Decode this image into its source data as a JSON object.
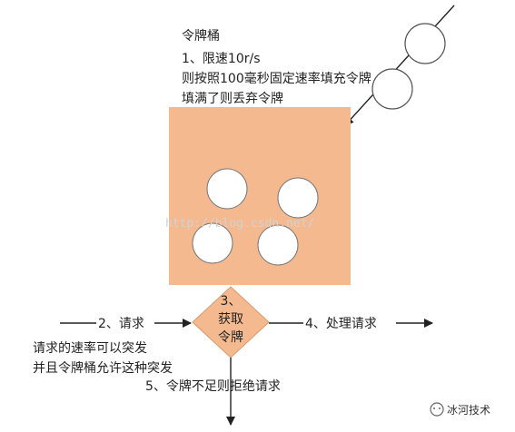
{
  "title": "令牌桶",
  "rule": {
    "line1": "1、限速10r/s",
    "line2": "则按照100毫秒固定速率填充令牌",
    "line3": "填满了则丢弃令牌"
  },
  "bucket": {
    "fill_color": "#f4b98f",
    "token_count": 4
  },
  "decision": {
    "num": "3、",
    "line1": "获取",
    "line2": "令牌",
    "fill_color": "#f4b98f"
  },
  "request": {
    "label": "2、请求",
    "desc_line1": "请求的速率可以突发",
    "desc_line2": "并且令牌桶允许这种突发"
  },
  "process_label": "4、处理请求",
  "reject_label": "5、令牌不足则拒绝请求",
  "watermark": "http://blog.csdn.net/",
  "brand": "冰河技术"
}
